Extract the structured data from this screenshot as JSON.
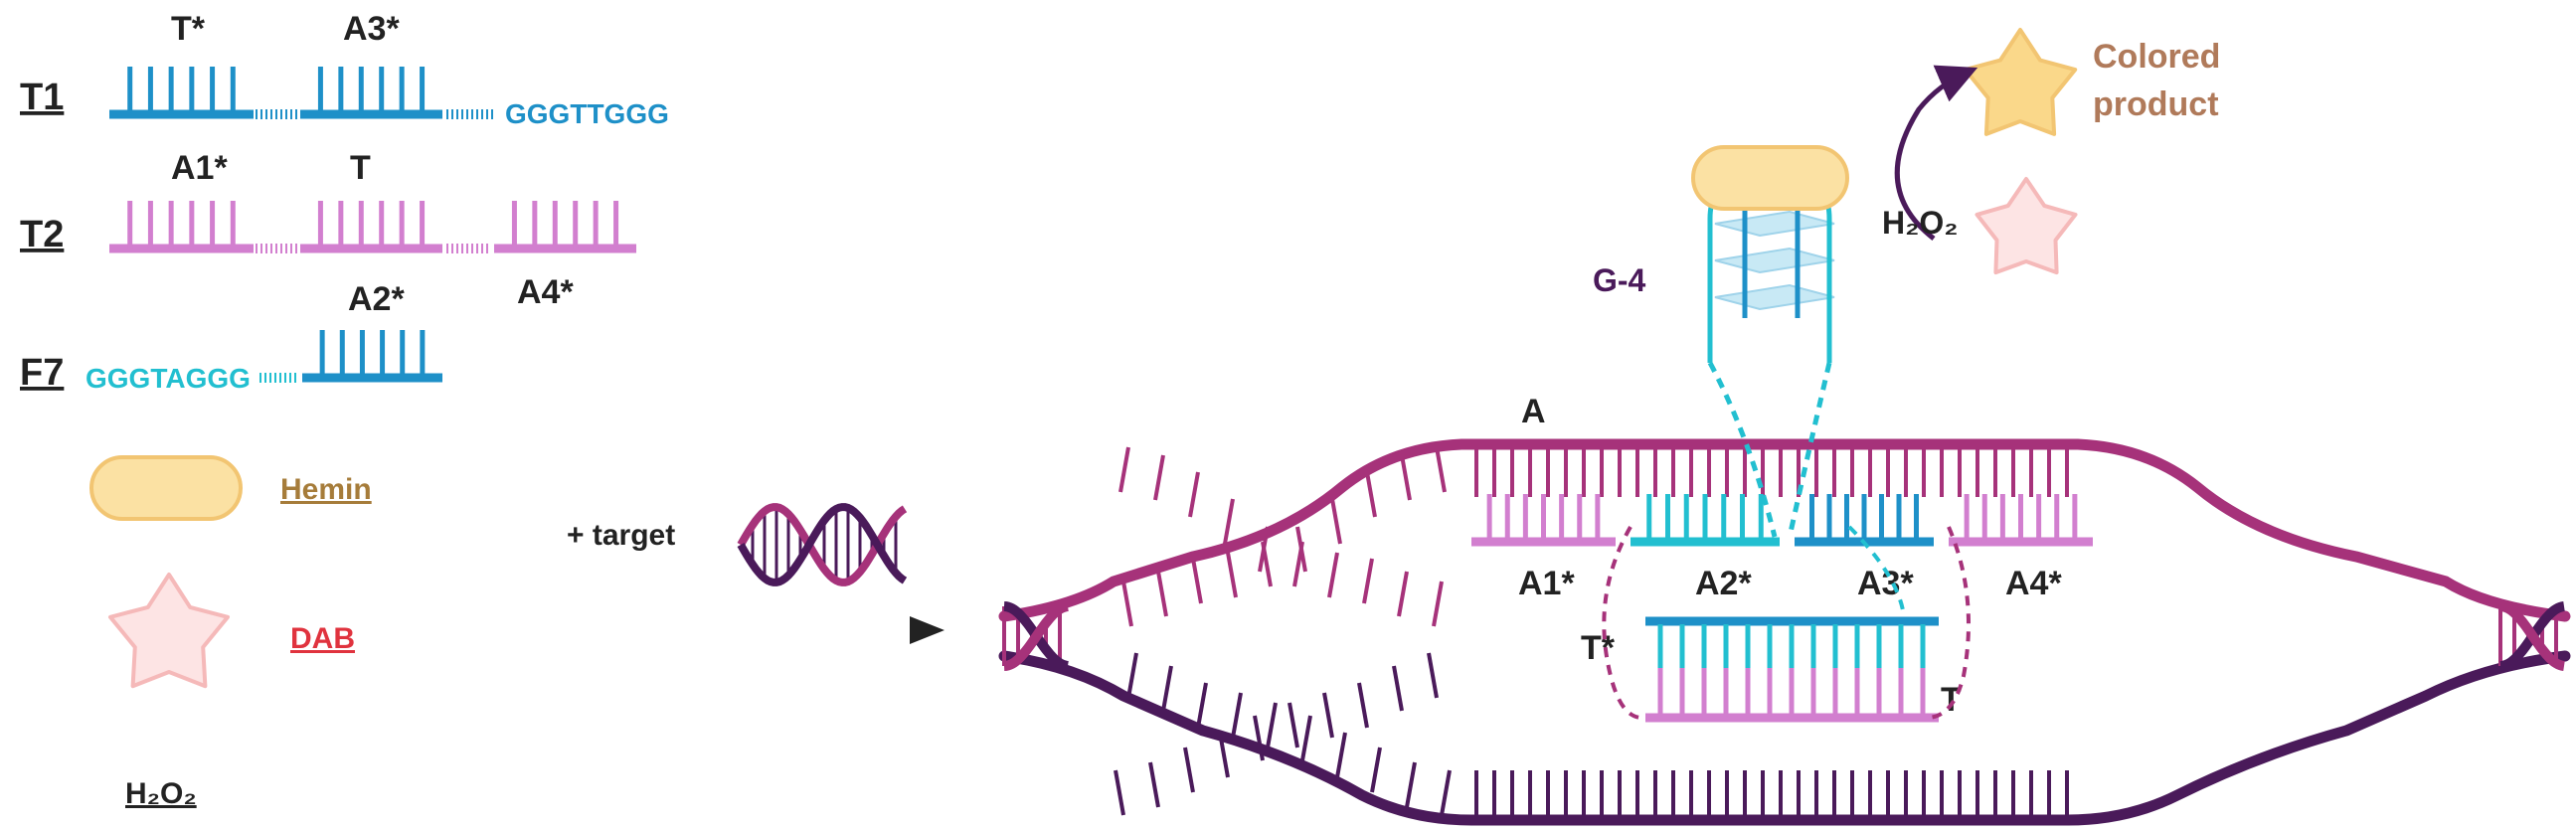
{
  "legend": {
    "t1": {
      "name": "T1",
      "top_labels": [
        "T*",
        "A3*"
      ],
      "sequence": "GGGTTGGG"
    },
    "t2": {
      "name": "T2",
      "top_labels": [
        "A1*",
        "T"
      ],
      "bottom_label": "A4*"
    },
    "f7": {
      "name": "F7",
      "top_label": "A2*",
      "sequence": "GGGTAGGG"
    },
    "hemin": "Hemin",
    "dab": "DAB",
    "h2o2": "H₂O₂"
  },
  "arrow": {
    "label": "+ target"
  },
  "complex": {
    "strand_a": "A",
    "upper_labels": [
      "A1*",
      "A2*",
      "A3*",
      "A4*"
    ],
    "inner_left": "T*",
    "inner_right": "T",
    "g4": "G-4",
    "h2o2": "H₂O₂",
    "product": [
      "Colored",
      "product"
    ]
  },
  "colors": {
    "blue": "#1e90c8",
    "cyan": "#22bfd0",
    "pink": "#d27fcf",
    "magenta": "#a6327a",
    "purple": "#4a1a5a",
    "hemin_fill": "#fbe1a3",
    "hemin_stroke": "#f2c572",
    "dab_fill": "#fde4e4",
    "dab_stroke": "#f5b9b9",
    "product_fill": "#fad88a",
    "hemin_text": "#a67c3a",
    "dab_text": "#e0333e",
    "product_text": "#b07a5a"
  }
}
